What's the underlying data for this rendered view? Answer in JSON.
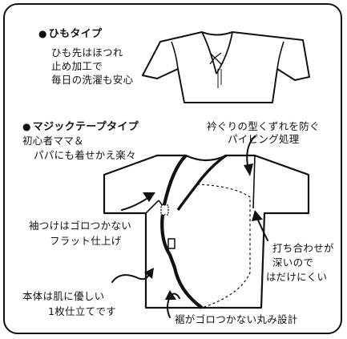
{
  "bullet_glyph": "●",
  "himo": {
    "heading": "ひもタイプ",
    "lines": [
      "ひも先はほつれ",
      "止め加工で",
      "毎日の洗濯も安心"
    ]
  },
  "magic": {
    "heading": "マジックテープタイプ",
    "lines": [
      "初心者ママ＆",
      "パパにも着せかえ楽々"
    ]
  },
  "callouts": {
    "collar": [
      "衿ぐりの型くずれを防ぐ",
      "パイピング処理"
    ],
    "sleeve": [
      "袖つけはゴロつかない",
      "フラット仕上げ"
    ],
    "overlap": [
      "打ち合わせが",
      "深いので",
      "はだけにくい"
    ],
    "body": [
      "本体は肌に優しい",
      "1枚仕立てです"
    ],
    "hem": "裾がゴロつかない丸み設計"
  }
}
